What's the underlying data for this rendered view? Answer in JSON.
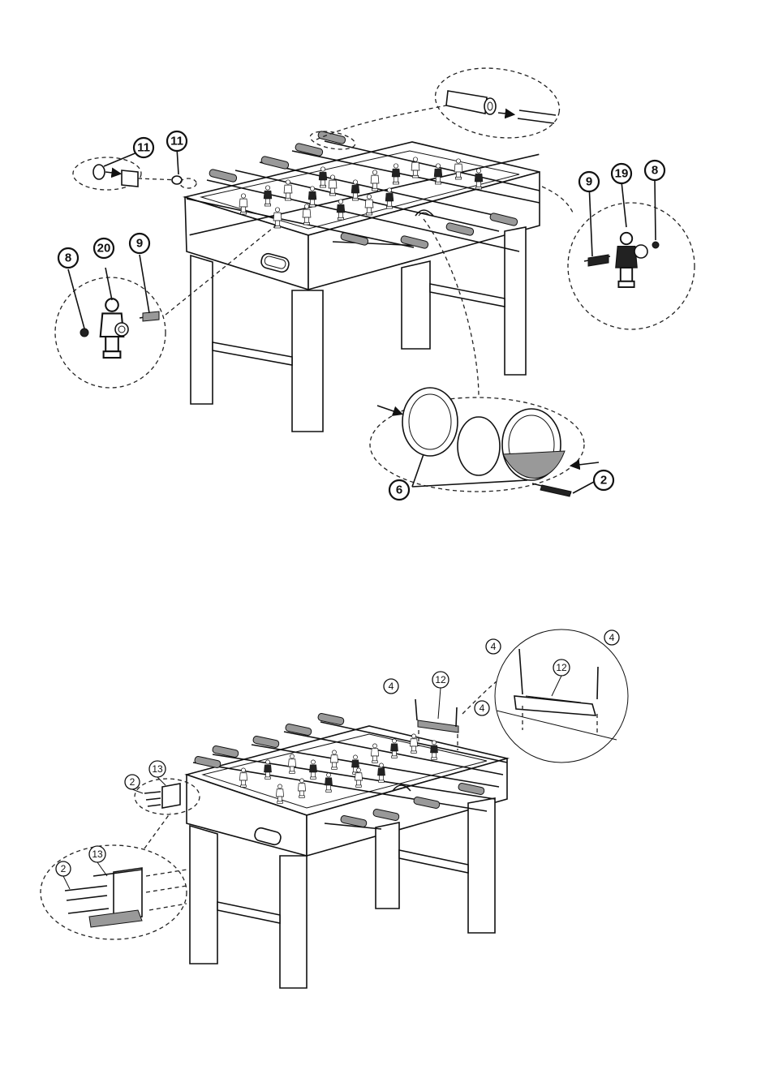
{
  "figure_1": {
    "callouts": {
      "c11a": "11",
      "c11b": "11",
      "c20": "20",
      "c9a": "9",
      "c8a": "8",
      "c19": "19",
      "c9b": "9",
      "c8b": "8",
      "c6": "6",
      "c2a": "2"
    }
  },
  "figure_2": {
    "callouts": {
      "c4a": "4",
      "c12a": "12",
      "c4b": "4",
      "c4c": "4",
      "c12b": "12",
      "c4d": "4",
      "c13a": "13",
      "c2b": "2",
      "c13b": "13",
      "c2c": "2"
    }
  },
  "colors": {
    "line": "#111111",
    "background": "#ffffff",
    "fill_dark": "#222222",
    "fill_grey": "#999999"
  }
}
